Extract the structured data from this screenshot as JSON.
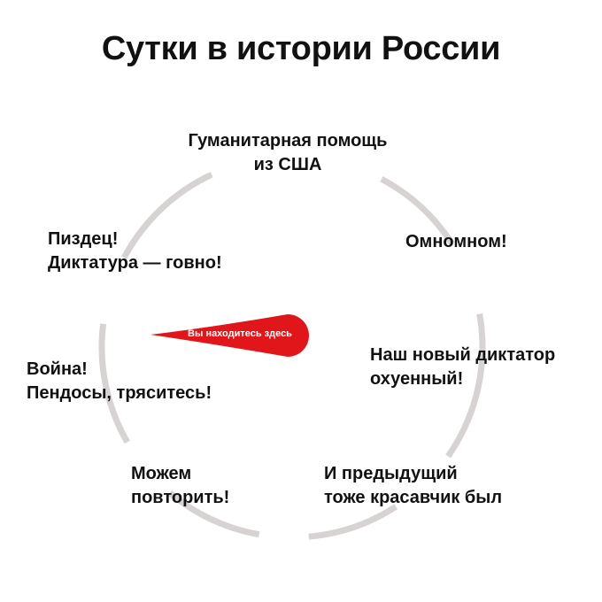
{
  "title": "Сутки в истории России",
  "colors": {
    "ring": "#d8d3d3",
    "pointer": "#e0161b",
    "text": "#111111"
  },
  "stages": [
    {
      "line1": "Гуманитарная помощь",
      "line2": "из США"
    },
    {
      "line1": "Омномном!",
      "line2": ""
    },
    {
      "line1": "Наш новый диктатор",
      "line2": "охуенный!"
    },
    {
      "line1": "И предыдущий",
      "line2": "тоже красавчик был"
    },
    {
      "line1": "Можем",
      "line2": "повторить!"
    },
    {
      "line1": "Война!",
      "line2": "Пендосы, тряситесь!"
    },
    {
      "line1": "Пиздец!",
      "line2": "Диктатура — говно!"
    }
  ],
  "pointer_label": "Вы находитесь здесь"
}
